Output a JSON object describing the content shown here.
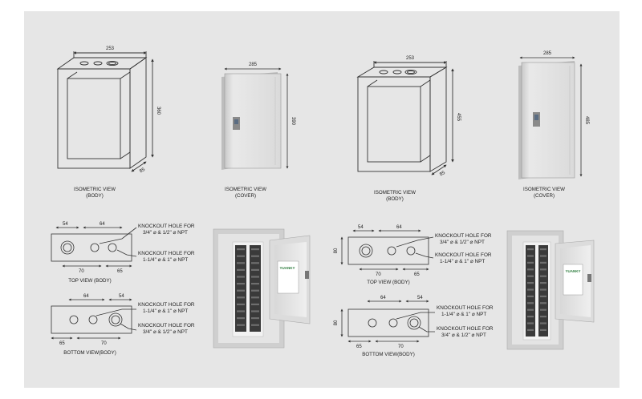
{
  "captions": {
    "iso_body": [
      "ISOMETRIC VIEW",
      "(BODY)"
    ],
    "iso_cover": [
      "ISOMETRIC VIEW",
      "(COVER)"
    ],
    "iso_body_2": [
      "ISOMETRIC VIEW",
      "(BODY)"
    ],
    "iso_cover_2": [
      "ISOMETRIC VIEW",
      "(COVER)"
    ],
    "top_view_1": "TOP VIEW (BODY)",
    "bottom_view_1": "BOTTOM VIEW(BODY)",
    "top_view_2": "TOP VIEW (BODY)",
    "bottom_view_2": "BOTTOM VIEW(BODY)"
  },
  "dimensions": {
    "iso_body_width": "253",
    "iso_body_height": "360",
    "iso_body_depth": "85",
    "iso_cover_width": "285",
    "iso_cover_height": "390",
    "iso_body_2_width": "253",
    "iso_body_2_height": "455",
    "iso_body_2_depth": "85",
    "iso_cover_2_width": "285",
    "iso_cover_2_height": "485",
    "top1_a": "54",
    "top1_b": "64",
    "top1_c": "70",
    "top1_d": "65",
    "bot1_a": "64",
    "bot1_b": "54",
    "bot1_c": "65",
    "bot1_d": "70",
    "top2_a": "54",
    "top2_b": "64",
    "top2_c": "70",
    "top2_d": "65",
    "top2_h": "80",
    "bot2_a": "64",
    "bot2_b": "54",
    "bot2_c": "65",
    "bot2_d": "70",
    "bot2_h": "80"
  },
  "knockouts": {
    "large": [
      "KNOCKOUT HOLE FOR",
      "3/4\" ⌀ & 1/2\" ⌀ NPT"
    ],
    "small": [
      "KNOCKOUT HOLE FOR",
      "1-1/4\" ⌀ & 1\" ⌀ NPT"
    ]
  },
  "brand": "YUANKY",
  "colors": {
    "background": "#e6e6e6",
    "line": "#333333",
    "panel_metal": "#dcdcdc",
    "panel_shadow": "#b8b8b8"
  }
}
